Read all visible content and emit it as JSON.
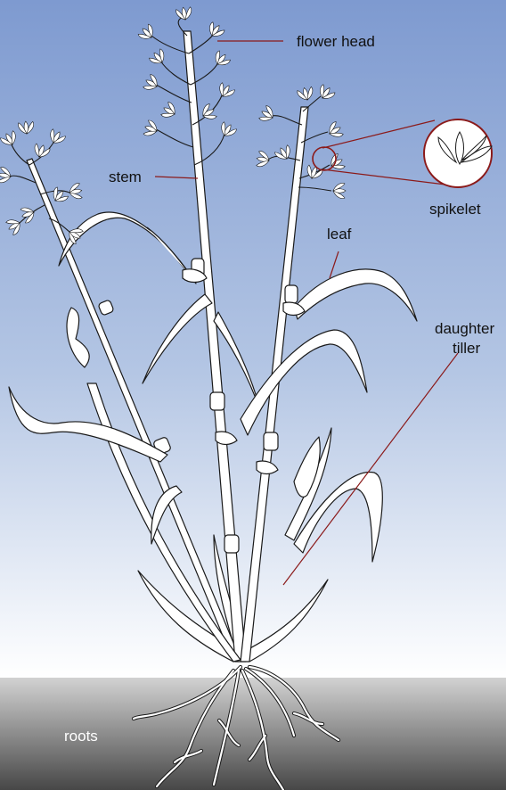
{
  "labels": {
    "flower_head": "flower head",
    "stem": "stem",
    "spikelet": "spikelet",
    "leaf": "leaf",
    "daughter_tiller_line1": "daughter",
    "daughter_tiller_line2": "tiller",
    "roots": "roots"
  },
  "colors": {
    "sky_top": "#7e9ad0",
    "sky_bottom": "#ffffff",
    "soil_top": "#cfcfcf",
    "soil_bottom": "#474747",
    "leader_line": "#8b1a1a",
    "plant_outline": "#1a1a1a",
    "plant_fill": "#ffffff",
    "label_text": "#111111",
    "roots_text": "#ffffff"
  }
}
